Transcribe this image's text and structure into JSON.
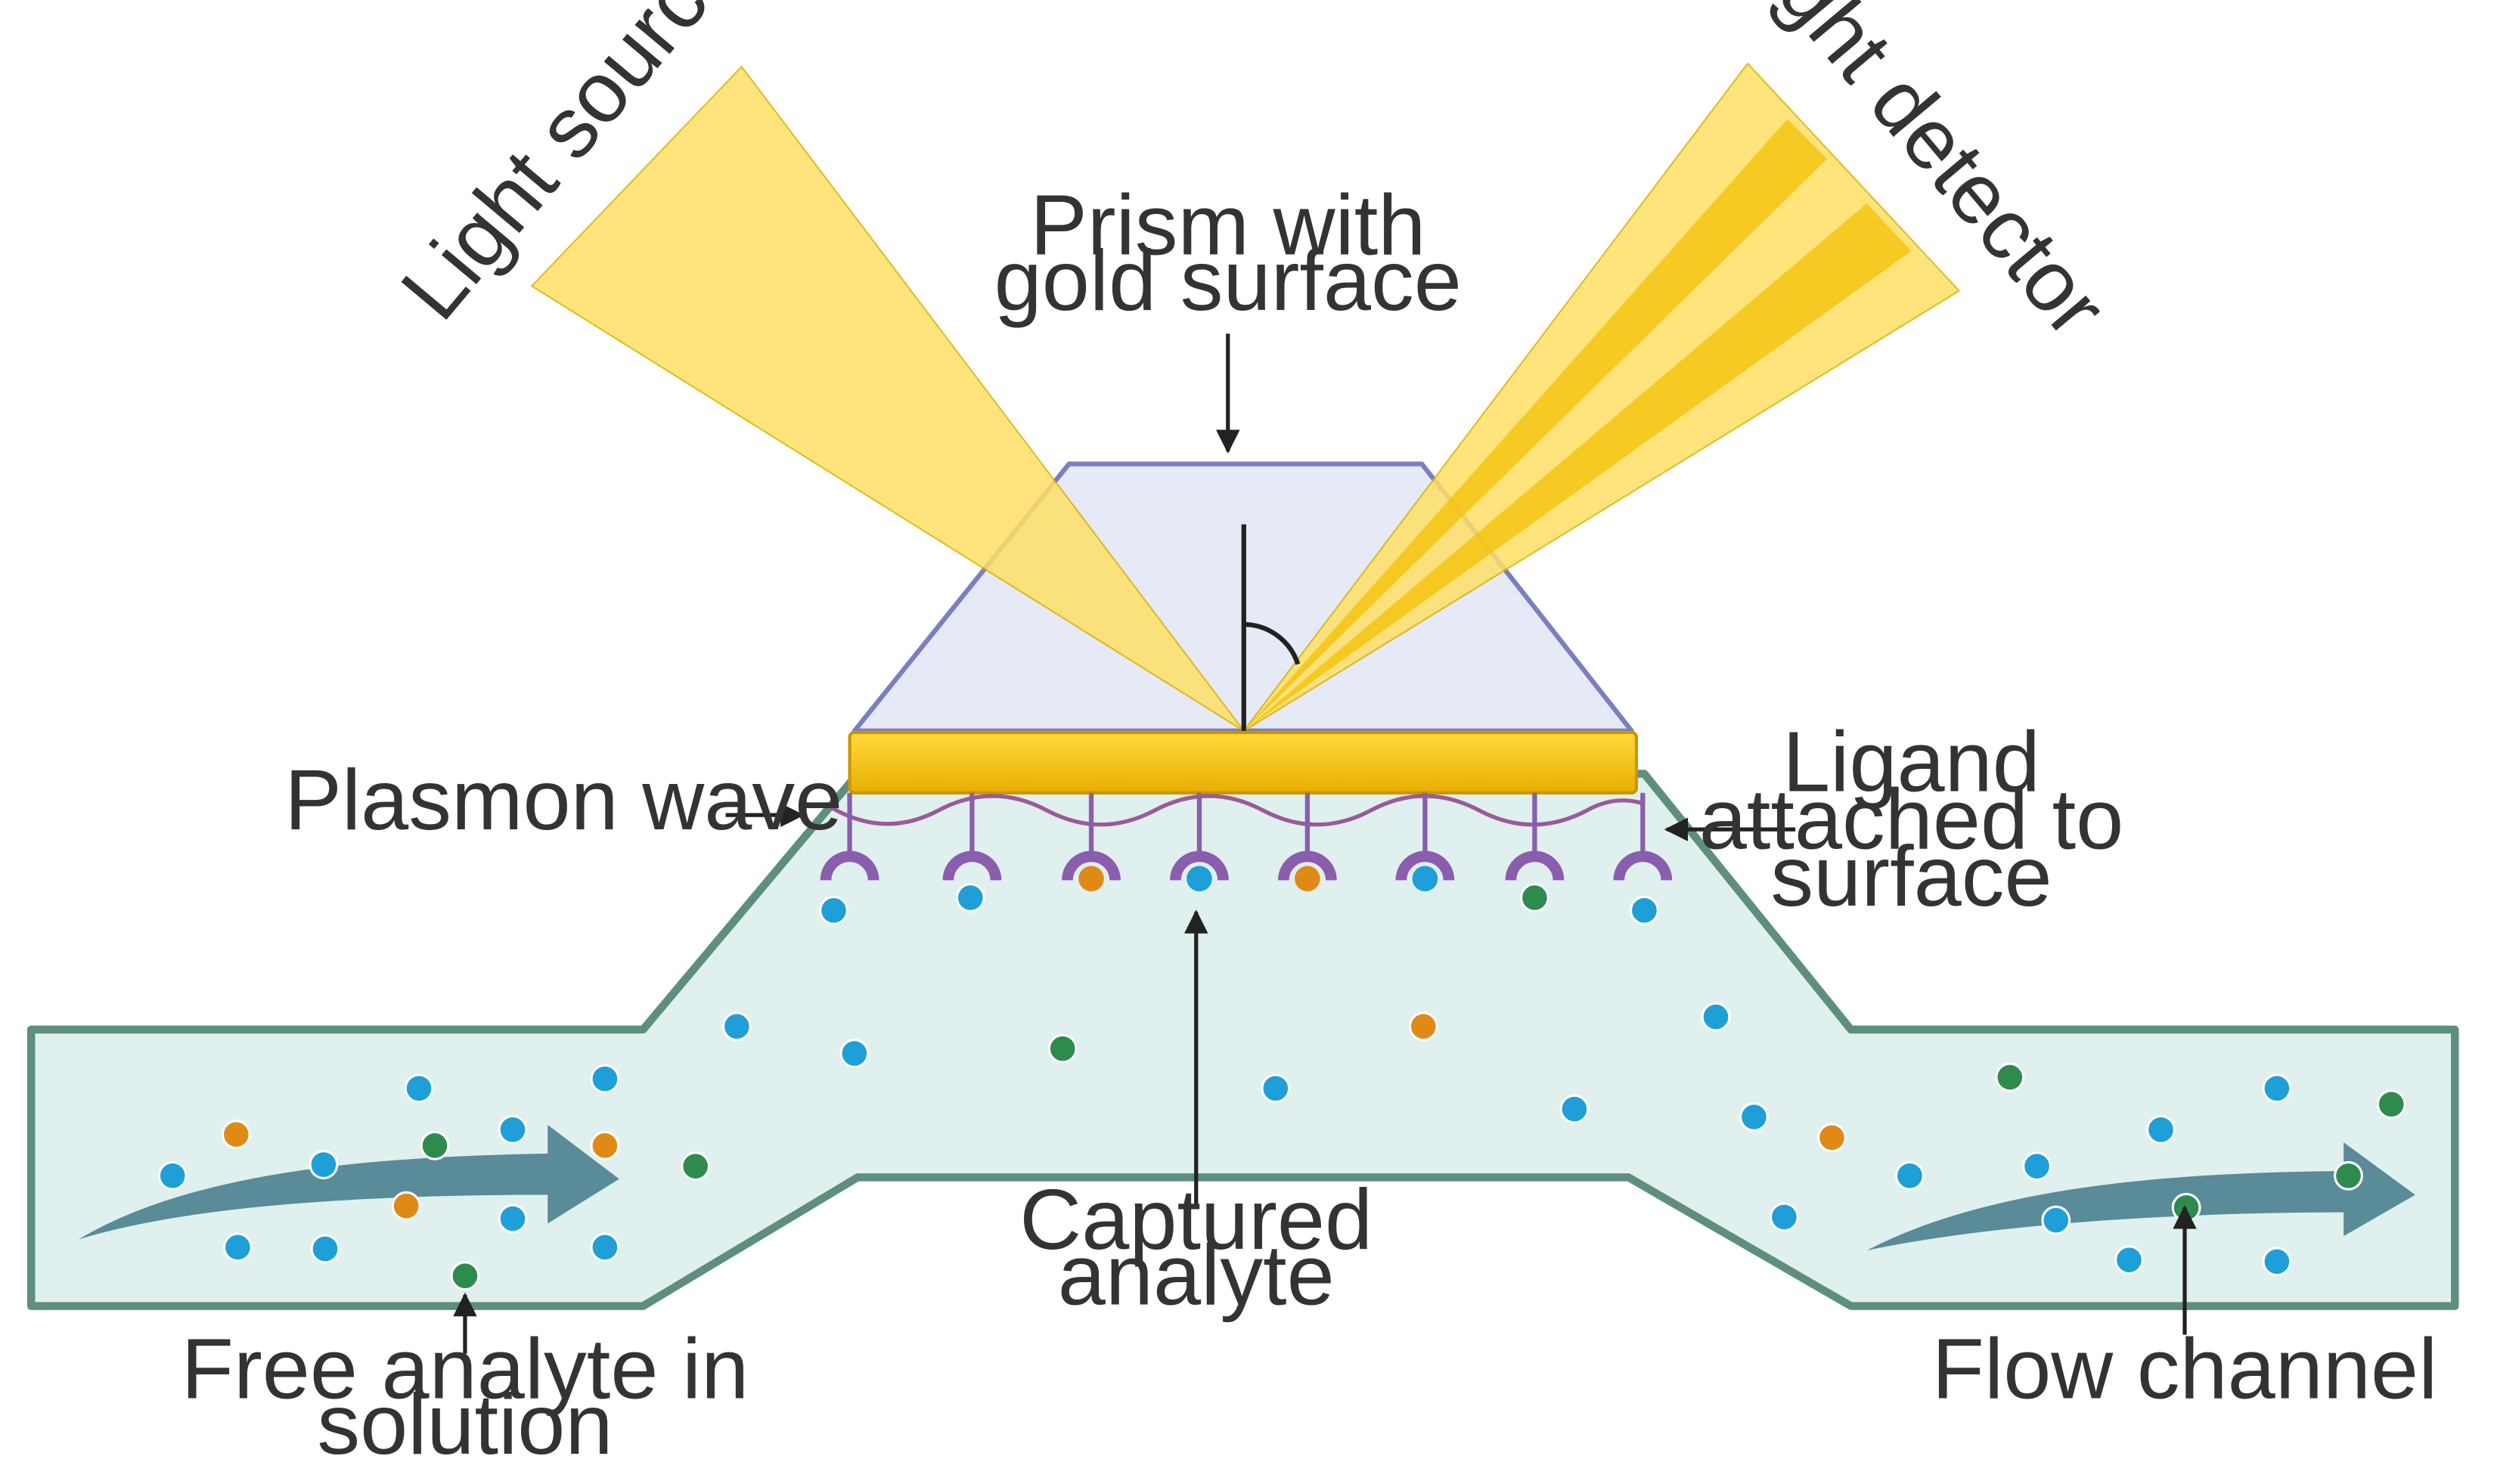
{
  "labels": {
    "light_source": "Light source",
    "light_detector": "Light detector",
    "prism_line1": "Prism with",
    "prism_line2": "gold surface",
    "plasmon_wave": "Plasmon wave",
    "ligand_line1": "Ligand",
    "ligand_line2": "attached to",
    "ligand_line3": "surface",
    "captured_line1": "Captured",
    "captured_line2": "analyte",
    "free_line1": "Free analyte in",
    "free_line2": "solution",
    "flow_channel": "Flow channel"
  },
  "colors": {
    "light_beam": "#FFE066",
    "gold": "#F4C20D",
    "prism_fill": "#E6E9F6",
    "prism_edge": "#7B7FC0",
    "channel_fill": "#DFF0EE",
    "channel_edge": "#5E8F7E",
    "ligand": "#8B5DAE",
    "analyte_blue": "#1E9FD8",
    "analyte_orange": "#E08A16",
    "analyte_green": "#2E8B4E",
    "flow_arrow": "#4A7F8E"
  },
  "icons": {
    "flow_arrow": "curved-flow-arrow",
    "ligand": "y-shaped-receptor",
    "angle": "incidence-angle-arc"
  }
}
